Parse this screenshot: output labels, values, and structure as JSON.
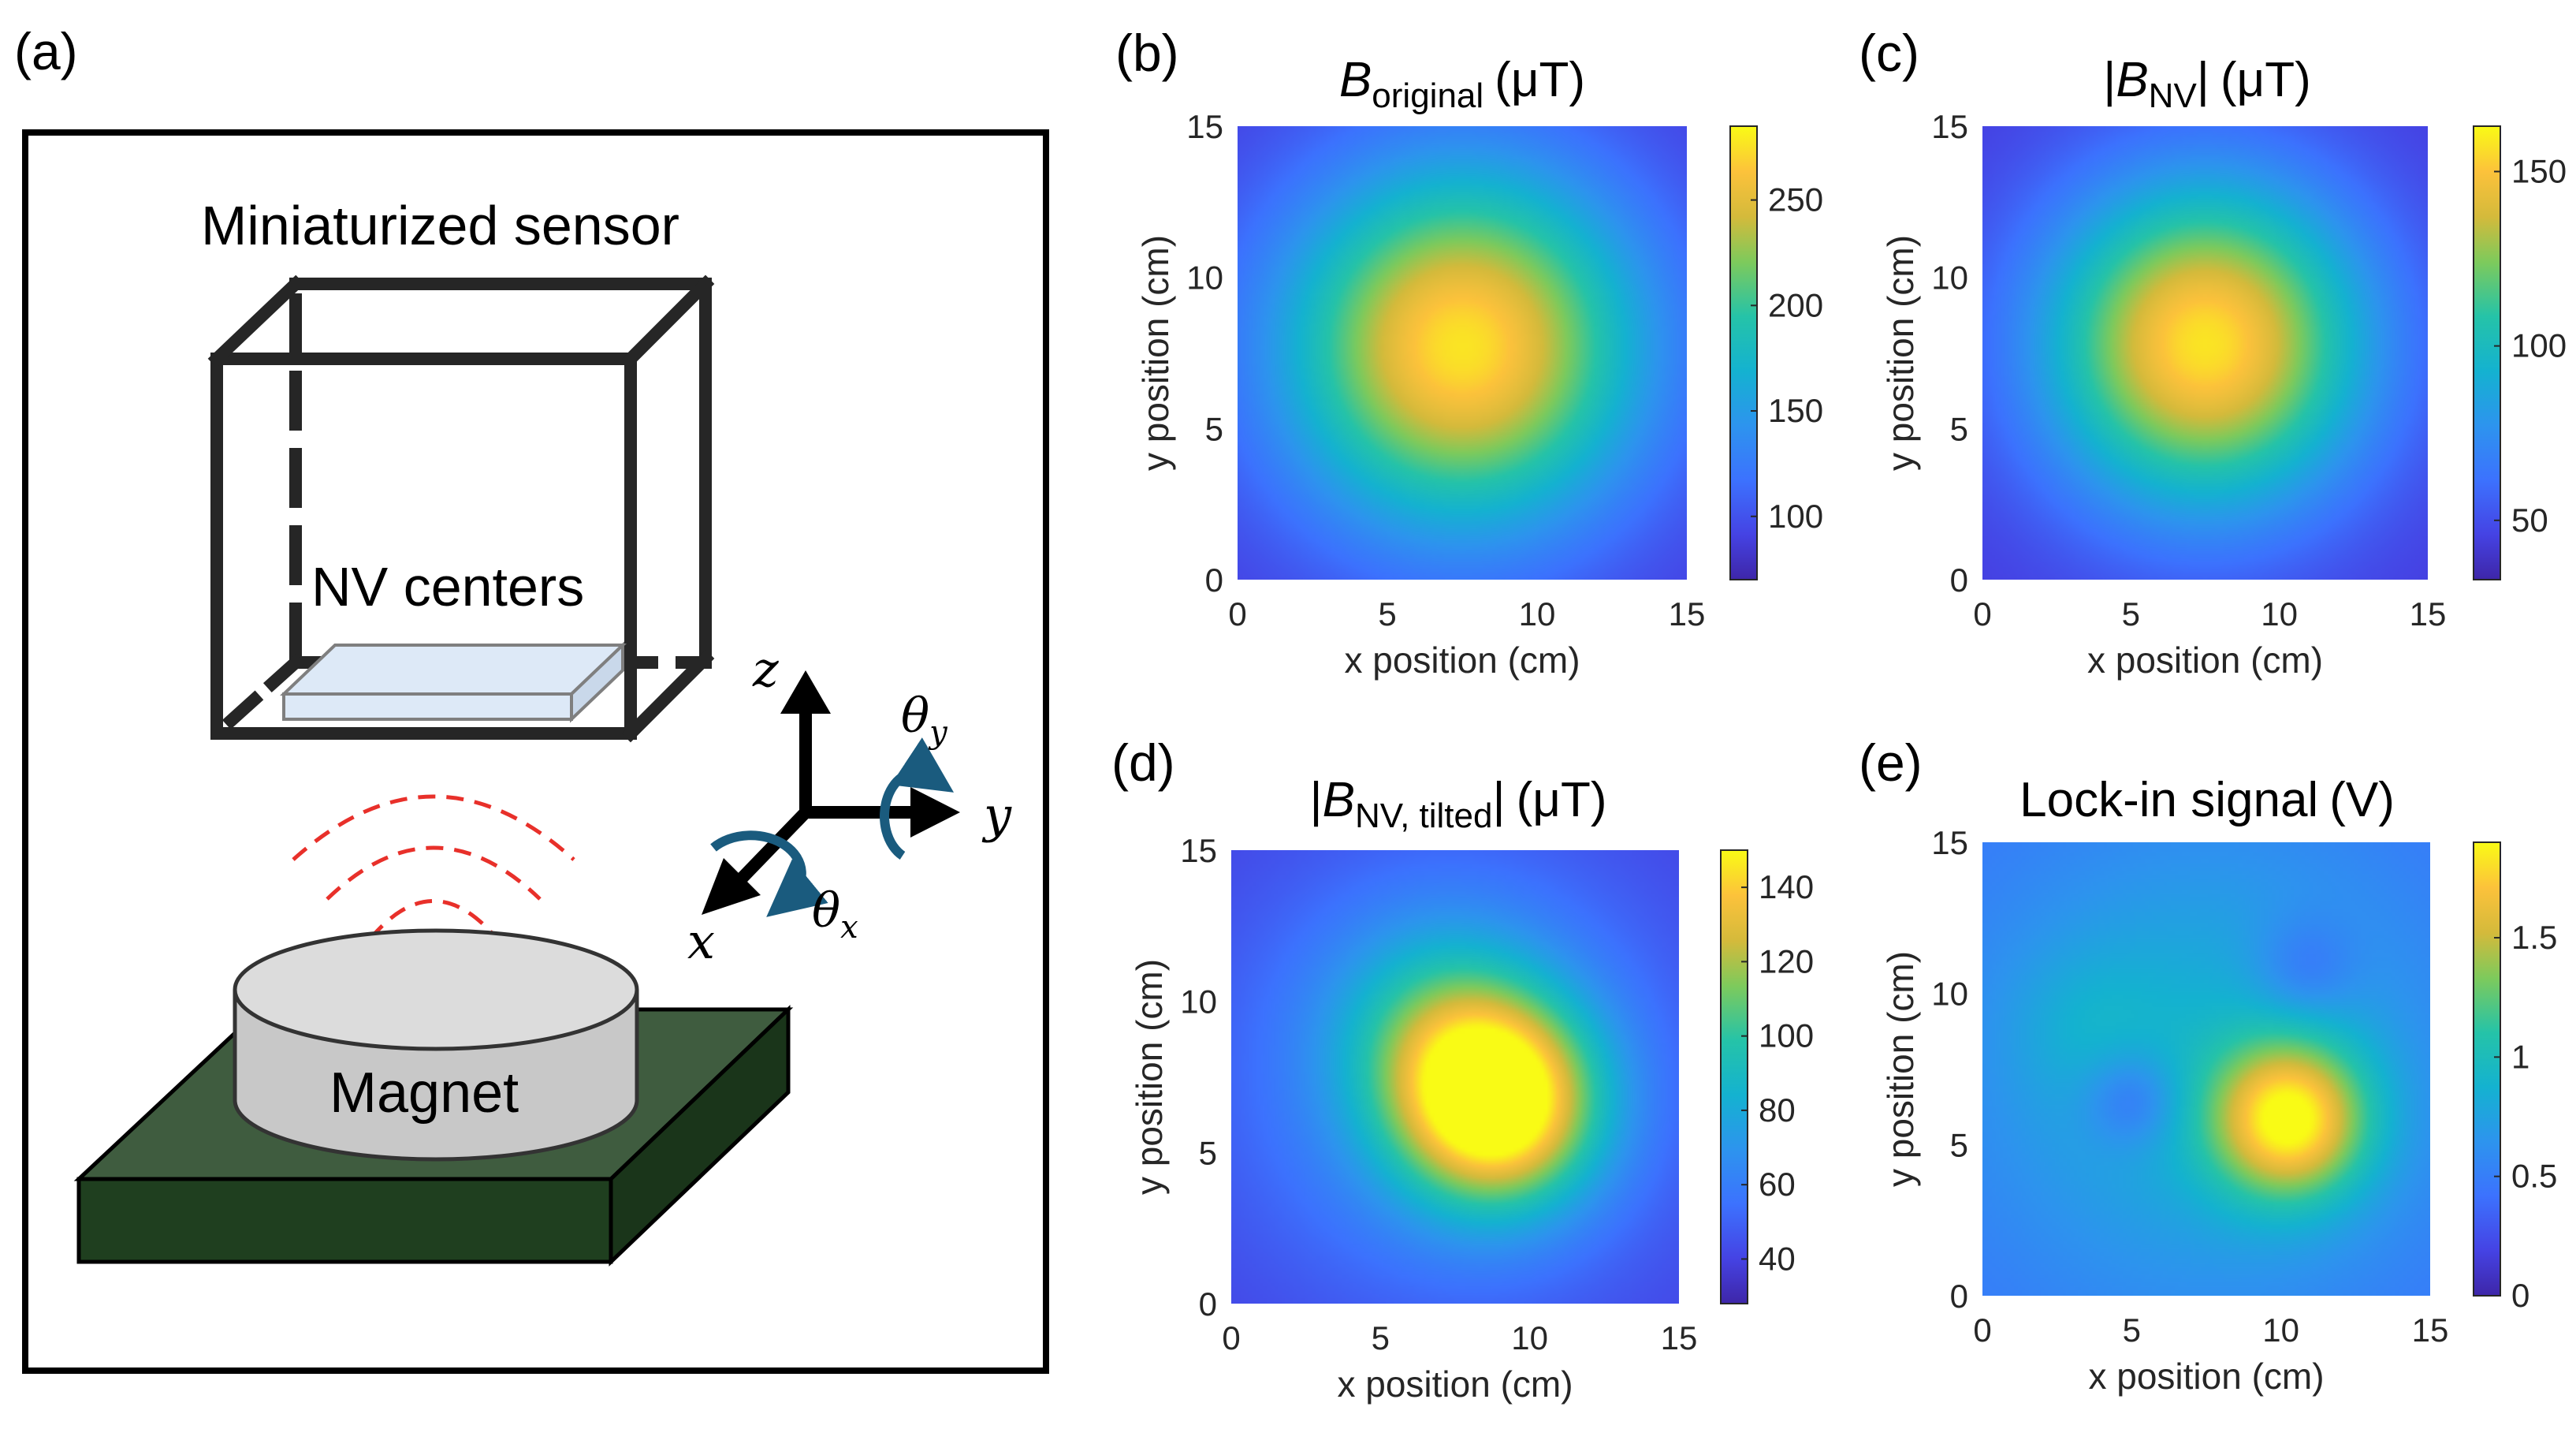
{
  "panel_a": {
    "label": "(a)",
    "sensor_label": "Miniaturized sensor",
    "nv_label": "NV centers",
    "magnet_label": "Magnet",
    "axes": {
      "z": "z",
      "y": "y",
      "x": "x",
      "theta_y": "θ",
      "theta_y_sub": "y",
      "theta_x": "θ",
      "theta_x_sub": "x"
    },
    "colors": {
      "frame": "#000000",
      "cube": "#262626",
      "board_top": "#3f5c3f",
      "board_front": "#1f3f1f",
      "magnet": "#d3d3d3",
      "nv_plate": "#dde9f7",
      "waves": "#e8302a",
      "rotation_arrow": "#1a5b7e"
    }
  },
  "chart_data": [
    {
      "type": "heatmap",
      "panel_label": "(b)",
      "title_main": "B",
      "title_sub": "original",
      "title_pre": "",
      "title_post": "",
      "title_unit": "(μT)",
      "xlabel": "x position (cm)",
      "ylabel": "y position (cm)",
      "xlim": [
        0,
        15
      ],
      "ylim": [
        0,
        15
      ],
      "xticks": [
        0,
        5,
        10,
        15
      ],
      "yticks": [
        0,
        5,
        10,
        15
      ],
      "colorbar": {
        "min": 70,
        "max": 285,
        "ticks": [
          100,
          150,
          200,
          250
        ]
      },
      "blobs": [
        {
          "x": 7.5,
          "y": 7.7,
          "amp": 1.0,
          "sigma": 4.2
        }
      ],
      "base": 0.0
    },
    {
      "type": "heatmap",
      "panel_label": "(c)",
      "title_main": "B",
      "title_sub": "NV",
      "title_pre": "|",
      "title_post": "|",
      "title_unit": "(μT)",
      "xlabel": "x position (cm)",
      "ylabel": "y position (cm)",
      "xlim": [
        0,
        15
      ],
      "ylim": [
        0,
        15
      ],
      "xticks": [
        0,
        5,
        10,
        15
      ],
      "yticks": [
        0,
        5,
        10,
        15
      ],
      "colorbar": {
        "min": 33,
        "max": 163,
        "ticks": [
          50,
          100,
          150
        ]
      },
      "blobs": [
        {
          "x": 7.5,
          "y": 7.8,
          "amp": 1.0,
          "sigma": 3.8
        }
      ],
      "base": 0.0
    },
    {
      "type": "heatmap",
      "panel_label": "(d)",
      "title_main": "B",
      "title_sub": "NV, tilted",
      "title_pre": "|",
      "title_post": "|",
      "title_unit": "(μT)",
      "xlabel": "x position (cm)",
      "ylabel": "y position (cm)",
      "xlim": [
        0,
        15
      ],
      "ylim": [
        0,
        15
      ],
      "xticks": [
        0,
        5,
        10,
        15
      ],
      "yticks": [
        0,
        5,
        10,
        15
      ],
      "colorbar": {
        "min": 28,
        "max": 150,
        "ticks": [
          40,
          60,
          80,
          100,
          120,
          140
        ]
      },
      "blobs": [
        {
          "x": 8.9,
          "y": 6.6,
          "amp": 0.95,
          "sigma": 2.3
        },
        {
          "x": 7.0,
          "y": 9.0,
          "amp": 0.3,
          "sigma": 2.5
        },
        {
          "x": 7.5,
          "y": 7.5,
          "amp": 0.3,
          "sigma": 5.5
        }
      ],
      "base": 0.0
    },
    {
      "type": "heatmap",
      "panel_label": "(e)",
      "title_main": "Lock-in signal",
      "title_sub": "",
      "title_pre": "",
      "title_post": "",
      "title_unit": "(V)",
      "xlabel": "x position (cm)",
      "ylabel": "y position (cm)",
      "xlim": [
        0,
        15
      ],
      "ylim": [
        0,
        15
      ],
      "xticks": [
        0,
        5,
        10,
        15
      ],
      "yticks": [
        0,
        5,
        10,
        15
      ],
      "colorbar": {
        "min": 0,
        "max": 1.9,
        "ticks": [
          0,
          0.5,
          1,
          1.5
        ]
      },
      "blobs": [
        {
          "x": 10.3,
          "y": 5.8,
          "amp": 0.72,
          "sigma": 1.8
        },
        {
          "x": 7.5,
          "y": 7.5,
          "amp": 0.28,
          "sigma": 6.0
        },
        {
          "x": 5.0,
          "y": 6.5,
          "amp": -0.2,
          "sigma": 1.1
        },
        {
          "x": 10.8,
          "y": 10.8,
          "amp": -0.15,
          "sigma": 1.2
        },
        {
          "x": 3.5,
          "y": 9.0,
          "amp": 0.08,
          "sigma": 1.8
        }
      ],
      "base": 0.15
    }
  ]
}
